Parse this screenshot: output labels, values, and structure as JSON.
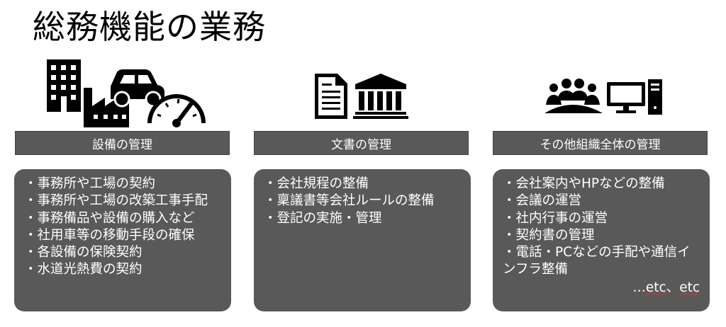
{
  "page": {
    "title": "総務機能の業務"
  },
  "columns": [
    {
      "header": "設備の管理",
      "icons": [
        "building-icon",
        "factory-icon",
        "car-icon",
        "speedometer-icon"
      ],
      "items": [
        "・事務所や工場の契約",
        "・事務所や工場の改築工事手配",
        "・事務備品や設備の購入など",
        "・社用車等の移動手段の確保",
        "・各設備の保険契約",
        "・水道光熱費の契約"
      ]
    },
    {
      "header": "文書の管理",
      "icons": [
        "document-icon",
        "bank-icon"
      ],
      "items": [
        "・会社規程の整備",
        "・稟議書等会社ルールの整備",
        "・登記の実施・管理"
      ]
    },
    {
      "header": "その他組織全体の管理",
      "icons": [
        "meeting-icon",
        "computer-icon"
      ],
      "items": [
        "・会社案内やHPなどの整備",
        "・会議の運営",
        "・社内行事の運営",
        "・契約書の管理",
        "・電話・PCなどの手配や通信インフラ整備"
      ],
      "footer": {
        "prefix": "…",
        "word1": "etc",
        "sep": "、",
        "word2": "etc"
      }
    }
  ],
  "colors": {
    "panel": "#595959",
    "text_on_panel": "#ffffff",
    "icon": "#000000"
  }
}
